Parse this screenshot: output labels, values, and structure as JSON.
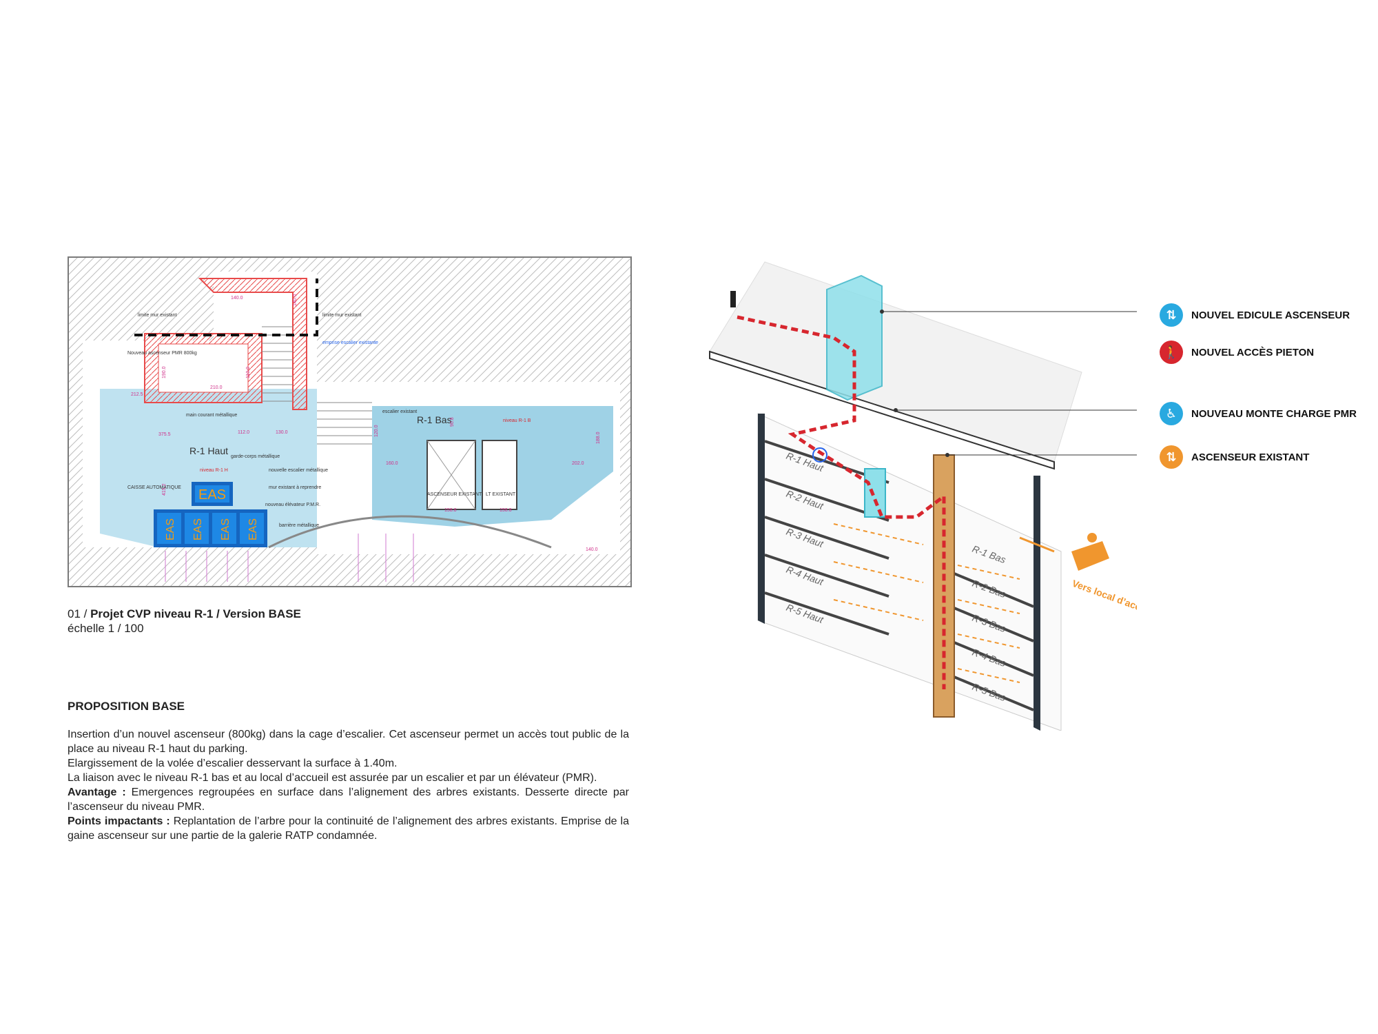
{
  "plan": {
    "labels": {
      "limite_mur_left": "limite mur existant",
      "limite_mur_right": "limite mur existant",
      "emprise": "emprise escalier existante",
      "nouveau_asc": "Nouveau ascenseur PMR 800kg",
      "main_courant": "main courant métallique",
      "r1_haut": "R-1 Haut",
      "r1_bas": "R-1 Bas",
      "niveau_r1h": "niveau R-1 H",
      "niveau_r1b": "niveau R-1 B",
      "garde_corps": "garde-corps métallique",
      "nouvelle_escalier": "nouvelle escalier métallique",
      "mur_reprendre": "mur existant à reprendre",
      "nouveau_elevateur": "nouveau élévateur P.M.R.",
      "barriere": "barrière métallique",
      "escalier_existant": "escalier existant",
      "ascenseur_existant": "ASCENSEUR EXISTANT",
      "lt_existant": "LT EXISTANT",
      "caisse": "CAISSE AUTOMATIQUE",
      "eas": "EAS"
    },
    "dims": [
      "140.0",
      "140.0",
      "212.5",
      "210.0",
      "190.0",
      "110.0",
      "375.5",
      "112.0",
      "130.0",
      "415.2",
      "160.0",
      "188.0",
      "202.0",
      "158.8",
      "158.8",
      "140.0",
      "120.0",
      "90.8"
    ]
  },
  "caption": {
    "prefix": "01 / ",
    "title": "Projet CVP niveau R-1 / Version BASE",
    "scale": "échelle 1 / 100"
  },
  "proposition": {
    "title": "PROPOSITION BASE",
    "p1": "Insertion d’un nouvel ascenseur (800kg) dans la cage d’escalier. Cet ascenseur permet un accès tout public de la place au niveau R-1 haut du parking.",
    "p2": "Elargissement de la volée d’escalier desservant la surface à 1.40m.",
    "p3": "La liaison avec le niveau R-1 bas et au local d’accueil est assurée par un escalier et par un élévateur (PMR).",
    "avantage_label": "Avantage :",
    "avantage_text": " Emergences regroupées en surface dans l’alignement des arbres existants. Desserte directe par l’ascenseur du niveau PMR.",
    "points_label": "Points impactants :",
    "points_text": " Replantation de l’arbre pour la continuité de l’alignement des arbres existants. Emprise de la gaine ascenseur sur une partie de la galerie RATP condamnée."
  },
  "legend": [
    {
      "label": "NOUVEL EDICULE ASCENSEUR",
      "icon": "elevator-icon",
      "color": "#29a9e0"
    },
    {
      "label": "NOUVEL ACCÈS PIETON",
      "icon": "pedestrian-icon",
      "color": "#d7262e"
    },
    {
      "label": "NOUVEAU MONTE CHARGE PMR",
      "icon": "lift-platform-icon",
      "color": "#29a9e0"
    },
    {
      "label": "ASCENSEUR EXISTANT",
      "icon": "elevator-icon",
      "color": "#f0962e"
    }
  ],
  "axo": {
    "levels_left": [
      "R-1 Haut",
      "R-2 Haut",
      "R-3 Haut",
      "R-4 Haut",
      "R-5 Haut"
    ],
    "levels_right": [
      "R-1 Bas",
      "R-2 Bas",
      "R-3 Bas",
      "R-4 Bas",
      "R-5 Bas"
    ],
    "accueil": "Vers local d’accueil"
  },
  "colors": {
    "accent_blue": "#29a9e0",
    "accent_red": "#d7262e",
    "accent_orange": "#f0962e",
    "floor_blue": "#9fd2e6"
  }
}
